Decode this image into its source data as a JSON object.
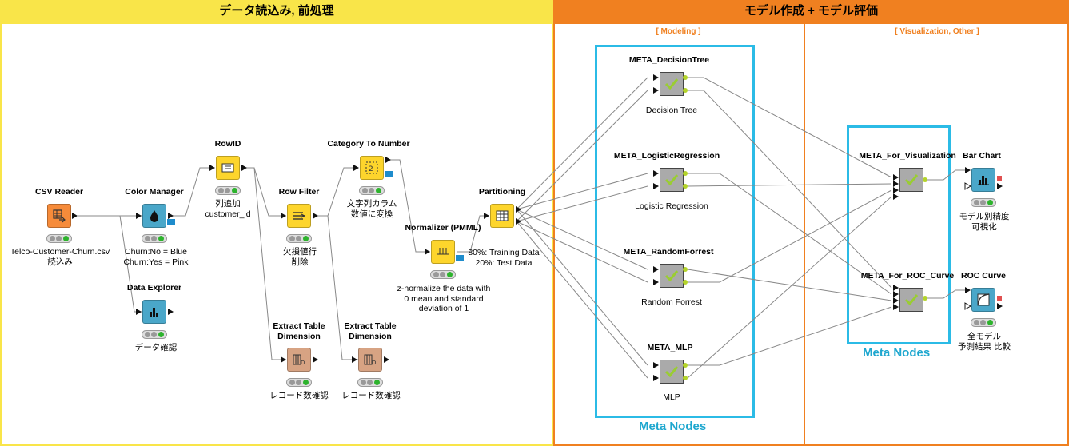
{
  "annotations": {
    "preprocess_title": "データ読込み, 前処理",
    "modeling_title": "モデル作成 + モデル評価",
    "modeling_sub": "[ Modeling ]",
    "visual_sub": "[ Visualization, Other ]",
    "meta_nodes_1": "Meta Nodes",
    "meta_nodes_2": "Meta Nodes"
  },
  "nodes": {
    "csv_reader": {
      "title": "CSV Reader",
      "desc": "Telco-Customer-Churn.csv\n読込み"
    },
    "color_manager": {
      "title": "Color Manager",
      "desc": "Churn:No = Blue\nChurn:Yes = Pink"
    },
    "data_explorer": {
      "title": "Data Explorer",
      "desc": "データ確認"
    },
    "rowid": {
      "title": "RowID",
      "desc": "列追加\ncustomer_id"
    },
    "row_filter": {
      "title": "Row Filter",
      "desc": "欠損値行\n削除"
    },
    "extract1": {
      "title": "Extract Table\nDimension",
      "desc": "レコード数確認"
    },
    "category": {
      "title": "Category To Number",
      "desc": "文字列カラム\n数値に変換"
    },
    "extract2": {
      "title": "Extract Table\nDimension",
      "desc": "レコード数確認"
    },
    "normalizer": {
      "title": "Normalizer (PMML)",
      "desc": "z-normalize the data with\n0 mean and standard\ndeviation of 1"
    },
    "partitioning": {
      "title": "Partitioning",
      "desc": "80%: Training Data\n20%: Test Data"
    },
    "meta_dt": {
      "title": "META_DecisionTree",
      "desc": "Decision Tree"
    },
    "meta_lr": {
      "title": "META_LogisticRegression",
      "desc": "Logistic Regression"
    },
    "meta_rf": {
      "title": "META_RandomForrest",
      "desc": "Random Forrest"
    },
    "meta_mlp": {
      "title": "META_MLP",
      "desc": "MLP"
    },
    "meta_vis": {
      "title": "META_For_Visualization",
      "desc": ""
    },
    "meta_roc": {
      "title": "META_For_ROC_Curve",
      "desc": ""
    },
    "bar_chart": {
      "title": "Bar Chart",
      "desc": "モデル別精度\n可視化"
    },
    "roc_curve": {
      "title": "ROC Curve",
      "desc": "全モデル\n予測結果 比較"
    }
  },
  "colors": {
    "preprocess": "#f9e549",
    "modeling": "#f08020",
    "meta_box": "#2bbbe6",
    "reader": "#f68b3a",
    "manipulator": "#fdd52c",
    "view": "#4aa7c9",
    "other": "#d7a383"
  },
  "icons": {
    "csv_reader": "table-arrow-icon",
    "color_manager": "color-drop-icon",
    "data_explorer": "explorer-bars-icon",
    "rowid": "rowid-icon",
    "row_filter": "filter-icon",
    "extract": "dimension-icon",
    "category": "category-icon",
    "normalizer": "normalize-icon",
    "partitioning": "grid-icon",
    "meta": "check-icon",
    "bar_chart": "bar-chart-icon",
    "roc_curve": "roc-icon"
  }
}
